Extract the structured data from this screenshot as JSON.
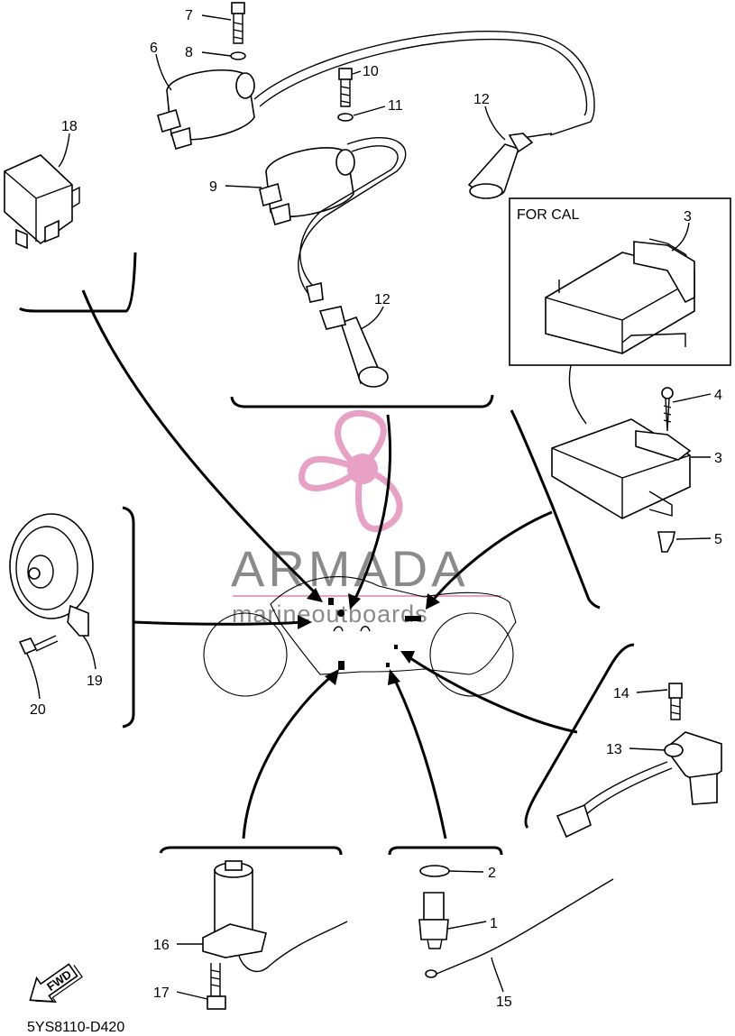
{
  "diagram_code": "5YS8110-D420",
  "inset_caption": "FOR CAL",
  "fwd_label": "FWD",
  "watermark": {
    "name": "ARMADA",
    "tagline": "marineoutboards",
    "color": "#e8a0c4"
  },
  "callouts": {
    "c1": "1",
    "c2": "2",
    "c3a": "3",
    "c3b": "3",
    "c4": "4",
    "c5": "5",
    "c6": "6",
    "c7": "7",
    "c8": "8",
    "c9": "9",
    "c10": "10",
    "c11": "11",
    "c12a": "12",
    "c12b": "12",
    "c13": "13",
    "c14": "14",
    "c15": "15",
    "c16": "16",
    "c17": "17",
    "c18": "18",
    "c19": "19",
    "c20": "20"
  }
}
